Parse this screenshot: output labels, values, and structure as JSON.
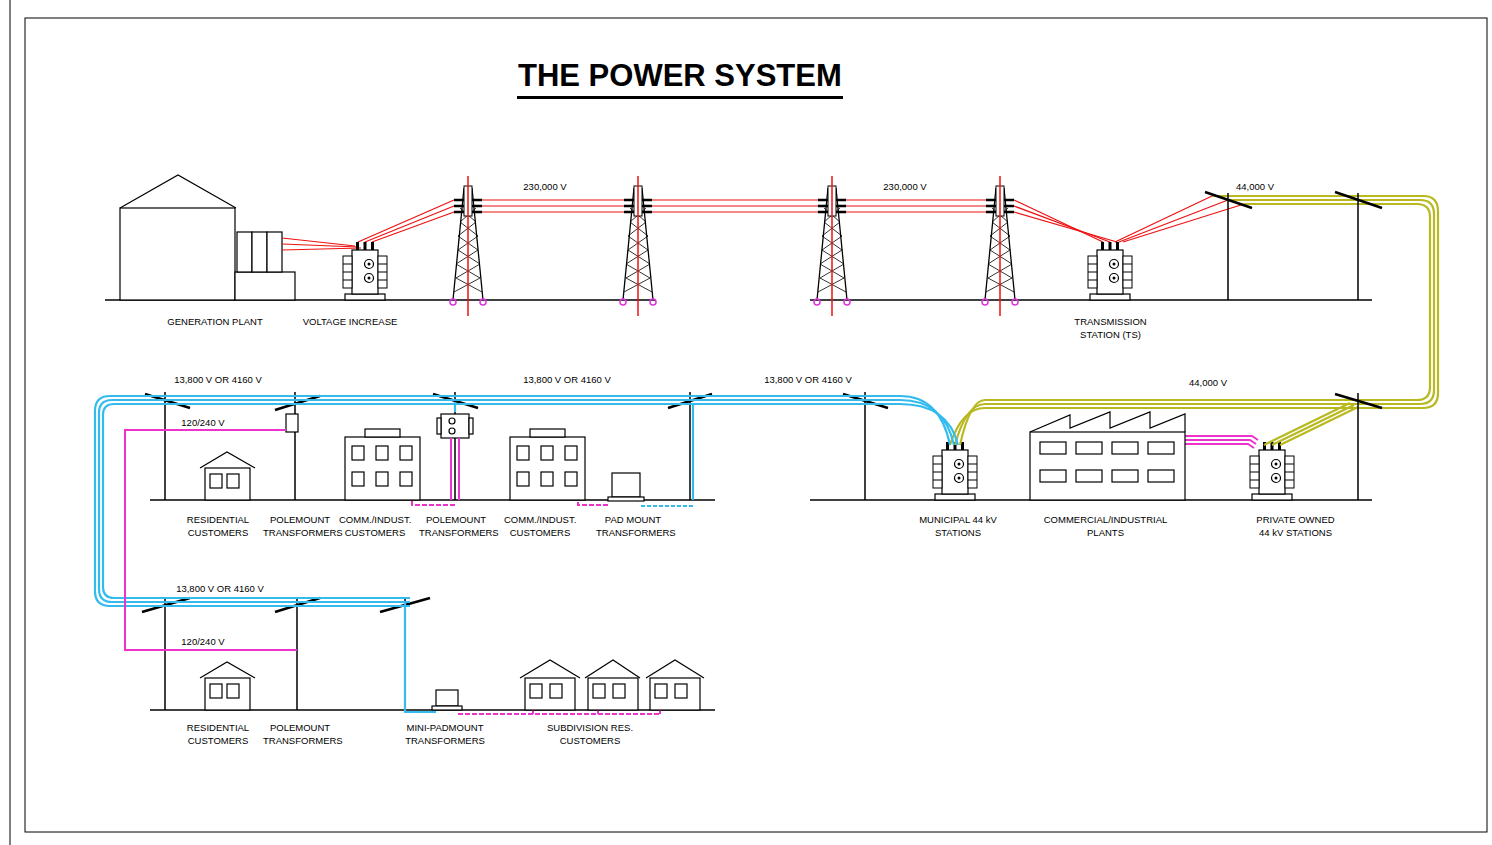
{
  "diagram": {
    "title": "THE POWER SYSTEM",
    "labels": [
      "230,000 V",
      "230,000 V",
      "44,000 V",
      "GENERATION PLANT",
      "VOLTAGE INCREASE",
      "TRANSMISSION STATION (TS)",
      "13,800 V OR 4160 V",
      "13,800 V OR 4160 V",
      "13,800 V OR 4160 V",
      "44,000 V",
      "120/240 V",
      "RESIDENTIAL CUSTOMERS",
      "POLEMOUNT TRANSFORMERS",
      "COMM./INDUST. CUSTOMERS",
      "POLEMOUNT TRANSFORMERS",
      "COMM./INDUST. CUSTOMERS",
      "PAD MOUNT TRANSFORMERS",
      "MUNICIPAL 44 kV STATIONS",
      "COMMERCIAL/INDUSTRIAL PLANTS",
      "PRIVATE OWNED 44 kV STATIONS",
      "13,800 V OR 4160 V",
      "120/240 V",
      "RESIDENTIAL CUSTOMERS",
      "POLEMOUNT TRANSFORMERS",
      "MINI-PADMOUNT TRANSFORMERS",
      "SUBDIVISION RES. CUSTOMERS"
    ]
  }
}
